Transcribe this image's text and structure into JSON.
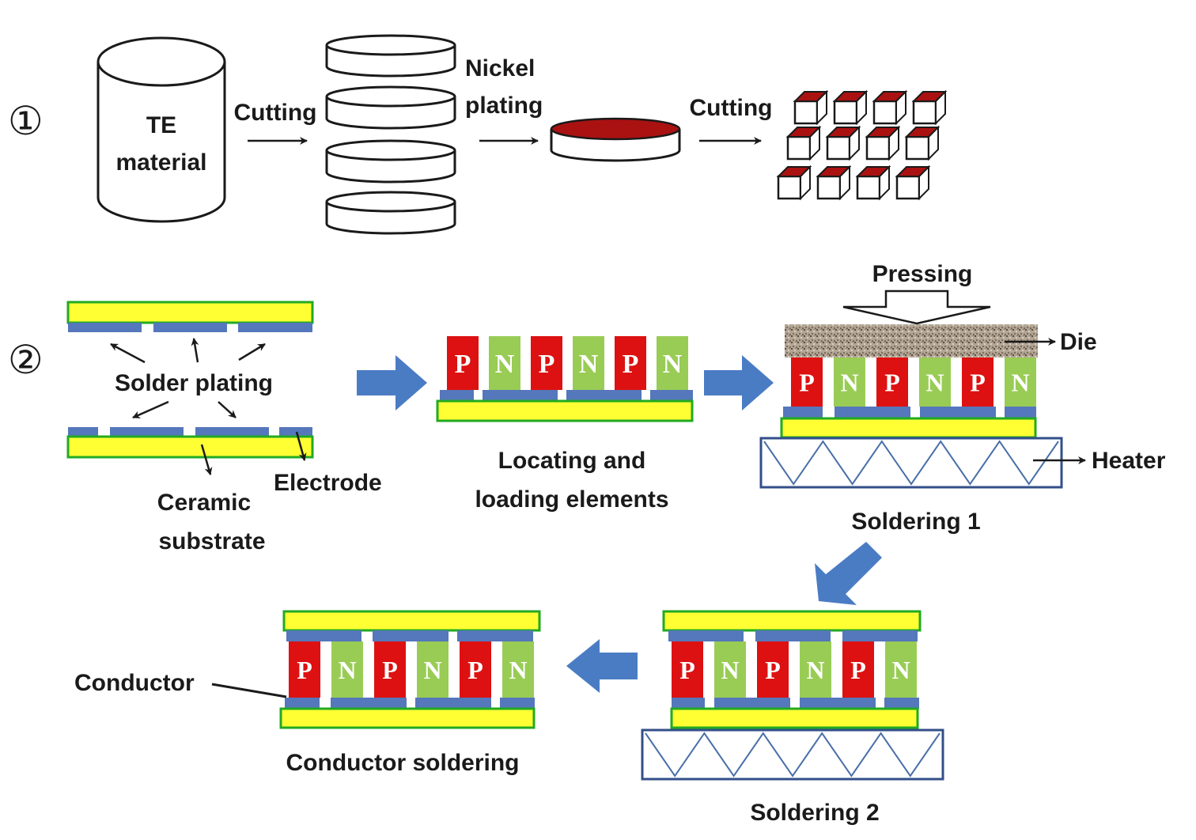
{
  "steps": {
    "one": "①",
    "two": "②"
  },
  "labels": {
    "te_material_line1": "TE",
    "te_material_line2": "material",
    "cutting_1": "Cutting",
    "nickel_line1": "Nickel",
    "nickel_line2": "plating",
    "cutting_2": "Cutting",
    "solder_plating": "Solder plating",
    "electrode": "Electrode",
    "ceramic_line1": "Ceramic",
    "ceramic_line2": "substrate",
    "locating_line1": "Locating and",
    "locating_line2": "loading elements",
    "pressing": "Pressing",
    "die": "Die",
    "heater": "Heater",
    "soldering_1": "Soldering 1",
    "soldering_2": "Soldering 2",
    "conductor": "Conductor",
    "conductor_soldering": "Conductor soldering"
  },
  "legs": {
    "p": "P",
    "n": "N",
    "sequence": [
      "P",
      "N",
      "P",
      "N",
      "P",
      "N"
    ]
  },
  "colors": {
    "substrate_fill": "#ffff33",
    "substrate_border": "#22aa22",
    "electrode": "#5577bb",
    "p_leg": "#dd1111",
    "n_leg": "#99cc55",
    "flow_arrow": "#4a7cc4",
    "heater_border": "#334f8a",
    "nickel_plating": "#aa1111",
    "die": "#8a7a6a"
  }
}
